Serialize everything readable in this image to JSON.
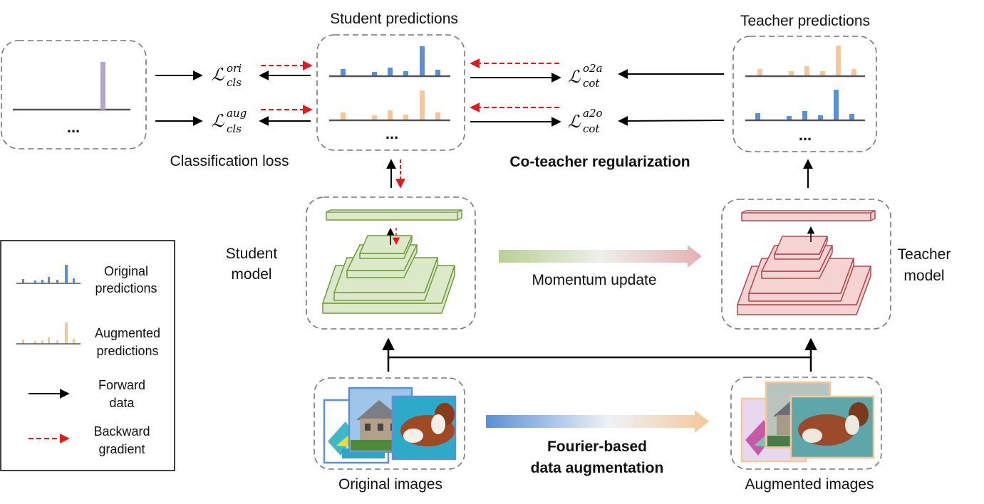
{
  "labels": {
    "student_predictions": "Student predictions",
    "teacher_predictions": "Teacher predictions",
    "classification_loss": "Classification loss",
    "co_teacher_regularization": "Co-teacher regularization",
    "student_model": [
      "Student",
      "model"
    ],
    "teacher_model": [
      "Teacher",
      "model"
    ],
    "momentum_update": "Momentum update",
    "fourier_aug": [
      "Fourier-based",
      "data augmentation"
    ],
    "original_images": "Original images",
    "augmented_images": "Augmented images",
    "ellipsis": "..."
  },
  "losses": {
    "cls_ori": {
      "base": "ℒ",
      "sup": "ori",
      "sub": "cls"
    },
    "cls_aug": {
      "base": "ℒ",
      "sup": "aug",
      "sub": "cls"
    },
    "cot_o2a": {
      "base": "ℒ",
      "sup": "o2a",
      "sub": "cot"
    },
    "cot_a2o": {
      "base": "ℒ",
      "sup": "a2o",
      "sub": "cot"
    }
  },
  "legend": {
    "original_predictions": [
      "Original",
      "predictions"
    ],
    "augmented_predictions": [
      "Augmented",
      "predictions"
    ],
    "forward_data": [
      "Forward",
      "data"
    ],
    "backward_gradient": [
      "Backward",
      "gradient"
    ]
  },
  "colors": {
    "original": "#5b8fd6",
    "augmented": "#f5c79b",
    "ground_truth": "#b7a3cf",
    "student_green": "#6e9a3b",
    "student_fill": "#dbe9c8",
    "teacher_red": "#b0464c",
    "teacher_fill": "#f6d3d3",
    "backward": "#e31a1c"
  }
}
